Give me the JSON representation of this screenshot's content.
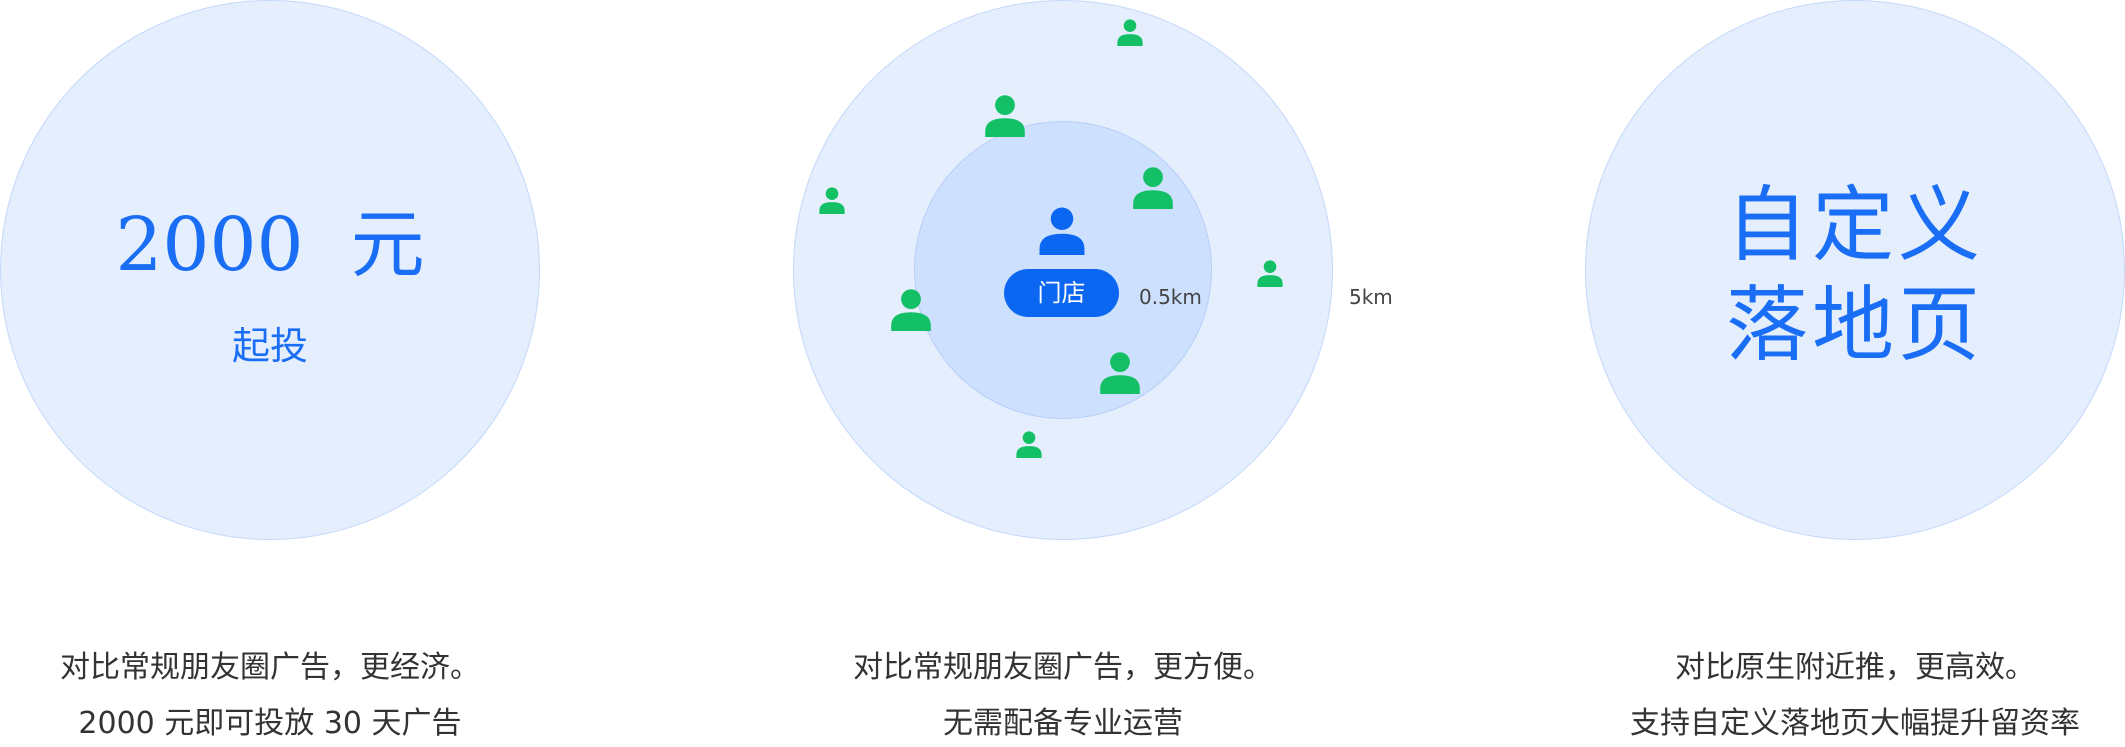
{
  "colors": {
    "accent": "#1a6ef5",
    "store": "#0b66f2",
    "customer": "#14c065",
    "circle_fill": "#e4eefd",
    "inner_fill": "#cde0fd",
    "caption_text": "#333333"
  },
  "panel1": {
    "price": "2000  元",
    "price_sub": "起投",
    "caption_line1": "对比常规朋友圈广告，更经济。",
    "caption_line2": "2000 元即可投放 30 天广告"
  },
  "panel2": {
    "store_label": "门店",
    "inner_radius_label": "0.5km",
    "outer_radius_label": "5km",
    "store_icon": "person-icon",
    "customer_icon": "person-icon",
    "caption_line1": "对比常规朋友圈广告，更方便。",
    "caption_line2": "无需配备专业运营"
  },
  "panel3": {
    "title_line1": "自定义",
    "title_line2": "落地页",
    "caption_line1": "对比原生附近推，更高效。",
    "caption_line2": "支持自定义落地页大幅提升留资率"
  }
}
